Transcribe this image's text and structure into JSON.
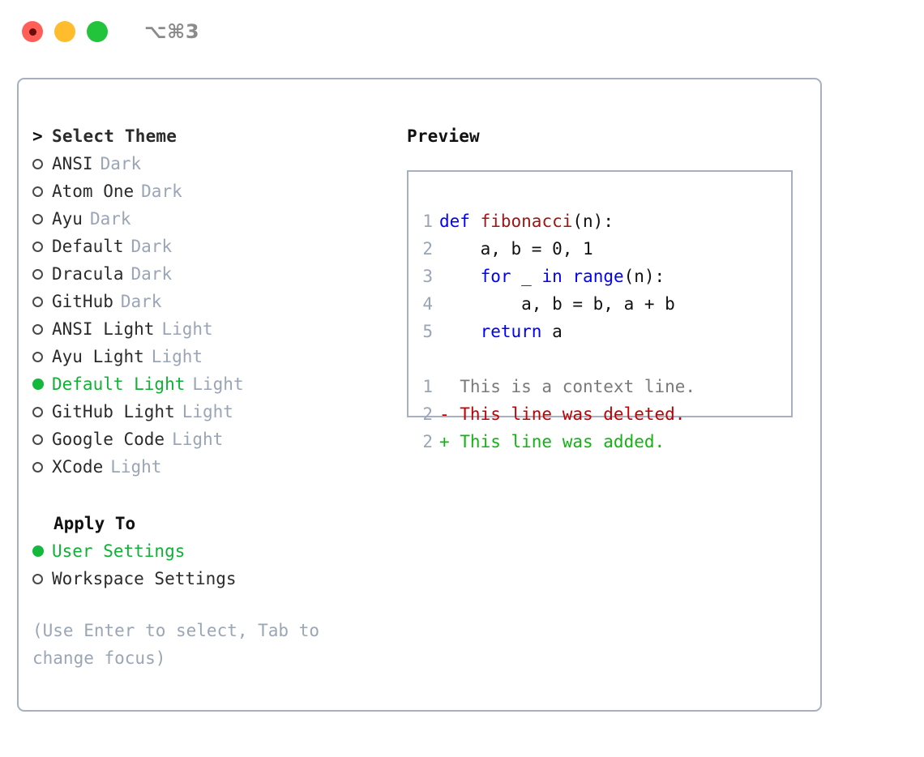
{
  "titlebar": {
    "lights": [
      "close-light",
      "minimize-light",
      "maximize-light"
    ],
    "shortcut": "⌥⌘3"
  },
  "theme_list": {
    "prompt": ">",
    "title": "Select Theme",
    "marker_unselected": "○",
    "marker_selected": "●",
    "items": [
      {
        "name": "ANSI",
        "badge": "Dark",
        "selected": false
      },
      {
        "name": "Atom One",
        "badge": "Dark",
        "selected": false
      },
      {
        "name": "Ayu",
        "badge": "Dark",
        "selected": false
      },
      {
        "name": "Default",
        "badge": "Dark",
        "selected": false
      },
      {
        "name": "Dracula",
        "badge": "Dark",
        "selected": false
      },
      {
        "name": "GitHub",
        "badge": "Dark",
        "selected": false
      },
      {
        "name": "ANSI Light",
        "badge": "Light",
        "selected": false
      },
      {
        "name": "Ayu Light",
        "badge": "Light",
        "selected": false
      },
      {
        "name": "Default Light",
        "badge": "Light",
        "selected": true
      },
      {
        "name": "GitHub Light",
        "badge": "Light",
        "selected": false
      },
      {
        "name": "Google Code",
        "badge": "Light",
        "selected": false
      },
      {
        "name": "XCode",
        "badge": "Light",
        "selected": false
      }
    ]
  },
  "apply_to": {
    "title": "Apply To",
    "options": [
      {
        "name": "User Settings",
        "selected": true
      },
      {
        "name": "Workspace Settings",
        "selected": false
      }
    ]
  },
  "hint": "(Use Enter to select, Tab to change focus)",
  "preview": {
    "title": "Preview",
    "code": [
      {
        "num": "1",
        "tokens": [
          {
            "t": "def",
            "c": "kw"
          },
          {
            "t": " ",
            "c": "pl"
          },
          {
            "t": "fibonacci",
            "c": "fn"
          },
          {
            "t": "(n):",
            "c": "pl"
          }
        ]
      },
      {
        "num": "2",
        "tokens": [
          {
            "t": "    a, b = 0, 1",
            "c": "pl"
          }
        ]
      },
      {
        "num": "3",
        "tokens": [
          {
            "t": "    ",
            "c": "pl"
          },
          {
            "t": "for",
            "c": "kw"
          },
          {
            "t": " _ ",
            "c": "pl"
          },
          {
            "t": "in",
            "c": "kw"
          },
          {
            "t": " ",
            "c": "pl"
          },
          {
            "t": "range",
            "c": "kw"
          },
          {
            "t": "(n):",
            "c": "pl"
          }
        ]
      },
      {
        "num": "4",
        "tokens": [
          {
            "t": "        a, b = b, a + b",
            "c": "pl"
          }
        ]
      },
      {
        "num": "5",
        "tokens": [
          {
            "t": "    ",
            "c": "pl"
          },
          {
            "t": "return",
            "c": "kw"
          },
          {
            "t": " a",
            "c": "pl"
          }
        ]
      }
    ],
    "diff": [
      {
        "num": "1",
        "text": "  This is a context line.",
        "kind": "ctx"
      },
      {
        "num": "2",
        "text": "- This line was deleted.",
        "kind": "del"
      },
      {
        "num": "2",
        "text": "+ This line was added.",
        "kind": "add"
      }
    ]
  },
  "colors": {
    "accent_green": "#14b83c",
    "muted": "#9aa5b5",
    "border": "#a6b0c0",
    "keyword_blue": "#0000ff",
    "function_red": "#a31515",
    "diff_add": "#12b312",
    "diff_del": "#c20000",
    "light_red": "#ff5f57",
    "light_yellow": "#ffbd2e",
    "light_green": "#22c43c"
  }
}
